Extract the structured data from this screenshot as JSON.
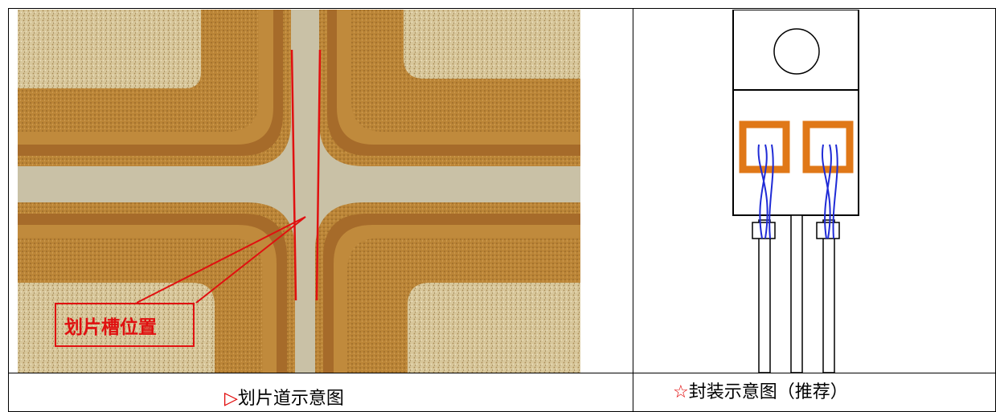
{
  "left_panel": {
    "callout_label": "划片槽位置",
    "caption_marker": "▷",
    "caption": "划片道示意图"
  },
  "right_panel": {
    "caption_marker": "☆",
    "caption": "封装示意图（推荐）"
  },
  "colors": {
    "die_gold": "#b27a2e",
    "scribe_gray": "#c8c0a4",
    "pad_orange": "#e07818",
    "wire_blue": "#1f2bd6",
    "annotation_red": "#e01010"
  }
}
